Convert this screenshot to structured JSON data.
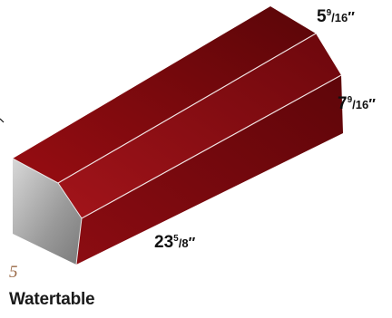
{
  "product": {
    "name": "Watertable",
    "figure_number": "5"
  },
  "dimensions": {
    "top_width": {
      "whole": "5",
      "numerator": "9",
      "denominator": "16",
      "unit": "″"
    },
    "height": {
      "whole": "7",
      "numerator": "9",
      "denominator": "16",
      "unit": "″"
    },
    "length": {
      "whole": "23",
      "numerator": "5",
      "denominator": "8",
      "unit": "″"
    }
  },
  "colors": {
    "block_top": "#8a0f12",
    "block_front": "#7a0a0e",
    "block_bevel": "#a01418",
    "end_face": "#9a9a9a",
    "edge_line": "#f2e6e6"
  }
}
